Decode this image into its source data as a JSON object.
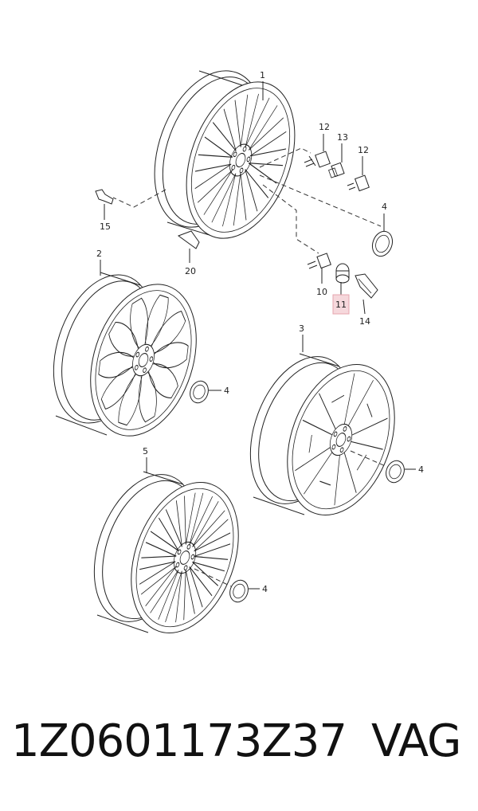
{
  "callouts": {
    "c1": "1",
    "c2": "2",
    "c3": "3",
    "c5": "5",
    "c4a": "4",
    "c4b": "4",
    "c4c": "4",
    "c4d": "4",
    "c10": "10",
    "c11": "11",
    "c12a": "12",
    "c12b": "12",
    "c13": "13",
    "c14": "14",
    "c15": "15",
    "c20": "20"
  },
  "highlight_color": "#f6d8dc",
  "footer": {
    "part_number": "1Z0601173Z37",
    "brand": "VAG"
  }
}
